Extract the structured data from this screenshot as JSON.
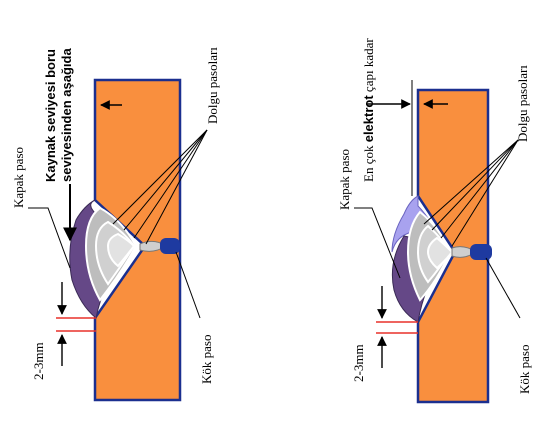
{
  "left": {
    "surface_note_line1": "Kaynak seviyesi boru",
    "surface_note_line2": "seviyesinden aşağıda",
    "cap_pass": "Kapak paso",
    "fill_passes": "Dolgu pasoları",
    "root_pass": "Kök paso",
    "gap": "2-3mm"
  },
  "right": {
    "note_prefix": "En çok ",
    "note_bold": "elektrot",
    "note_suffix": " çapı kadar",
    "cap_pass": "Kapak paso",
    "fill_passes": "Dolgu pasoları",
    "root_pass": "Kök paso",
    "gap": "2-3mm"
  },
  "colors": {
    "plate": "#f98f3e",
    "plate_edge": "#1b2f8f",
    "cap_pass": "#654887",
    "cap_pass_excess": "#a8a2ef",
    "fill_pass": "#d4d4d4",
    "root_pass": "#1e3aa0",
    "gap_line": "#e8302a"
  }
}
